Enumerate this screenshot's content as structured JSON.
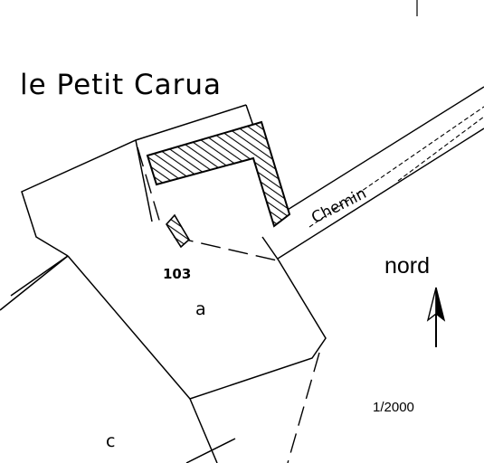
{
  "map": {
    "place_name": "le Petit Carua",
    "road_label": "Chemin",
    "parcel_number": "103",
    "subparcel_a": "a",
    "subparcel_c": "c",
    "north_label": "nord",
    "scale_label": "1/2000",
    "icons": {
      "north_arrow": "north-arrow-icon",
      "building_hatch": "hatched-building"
    },
    "colors": {
      "line": "#000000",
      "background": "#ffffff"
    }
  }
}
